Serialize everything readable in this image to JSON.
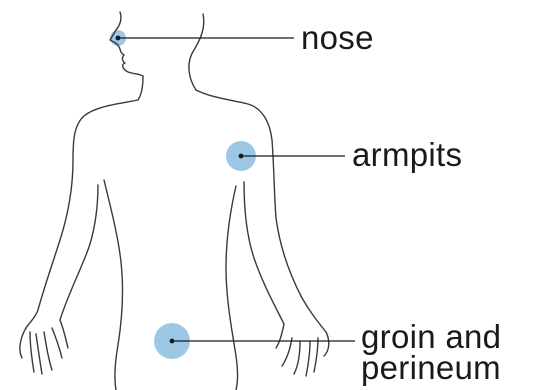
{
  "labels": {
    "nose": "nose",
    "armpits": "armpits",
    "groin_line1": "groin and",
    "groin_line2": "perineum"
  },
  "colors": {
    "highlight": "#9cc8e6",
    "outline": "#3a3a3a",
    "text": "#1a1a1a"
  }
}
